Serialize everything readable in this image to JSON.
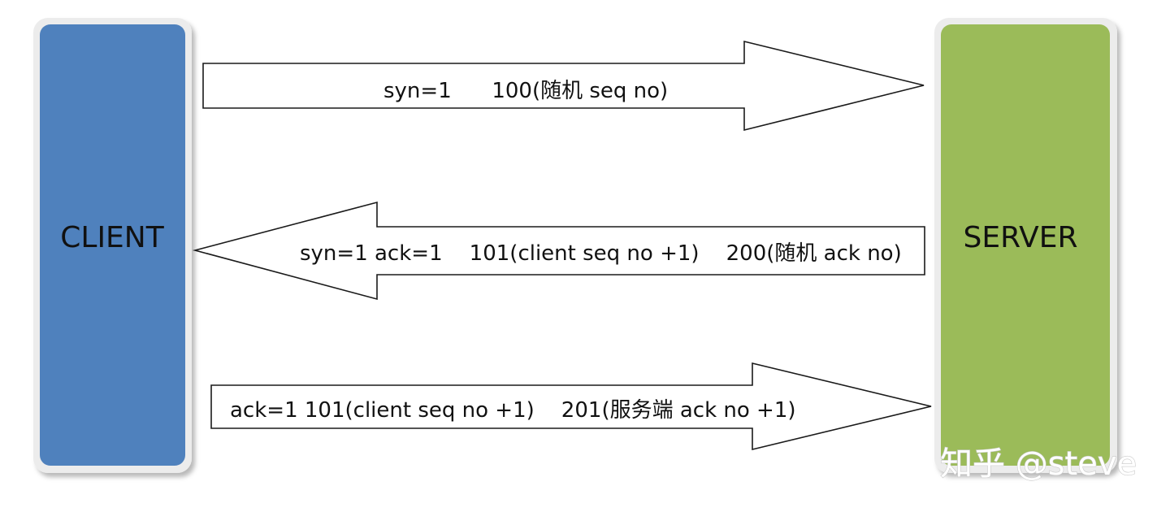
{
  "nodes": {
    "client": {
      "label": "CLIENT",
      "color": "#4f81bd"
    },
    "server": {
      "label": "SERVER",
      "color": "#9bbb59"
    }
  },
  "arrows": [
    {
      "direction": "right",
      "label": "syn=1      100(随机 seq no)"
    },
    {
      "direction": "left",
      "label": "syn=1 ack=1    101(client seq no +1)    200(随机 ack no)"
    },
    {
      "direction": "right",
      "label": "ack=1 101(client seq no +1)    201(服务端 ack no +1)"
    }
  ],
  "watermark": {
    "text": "知乎 @steve"
  }
}
